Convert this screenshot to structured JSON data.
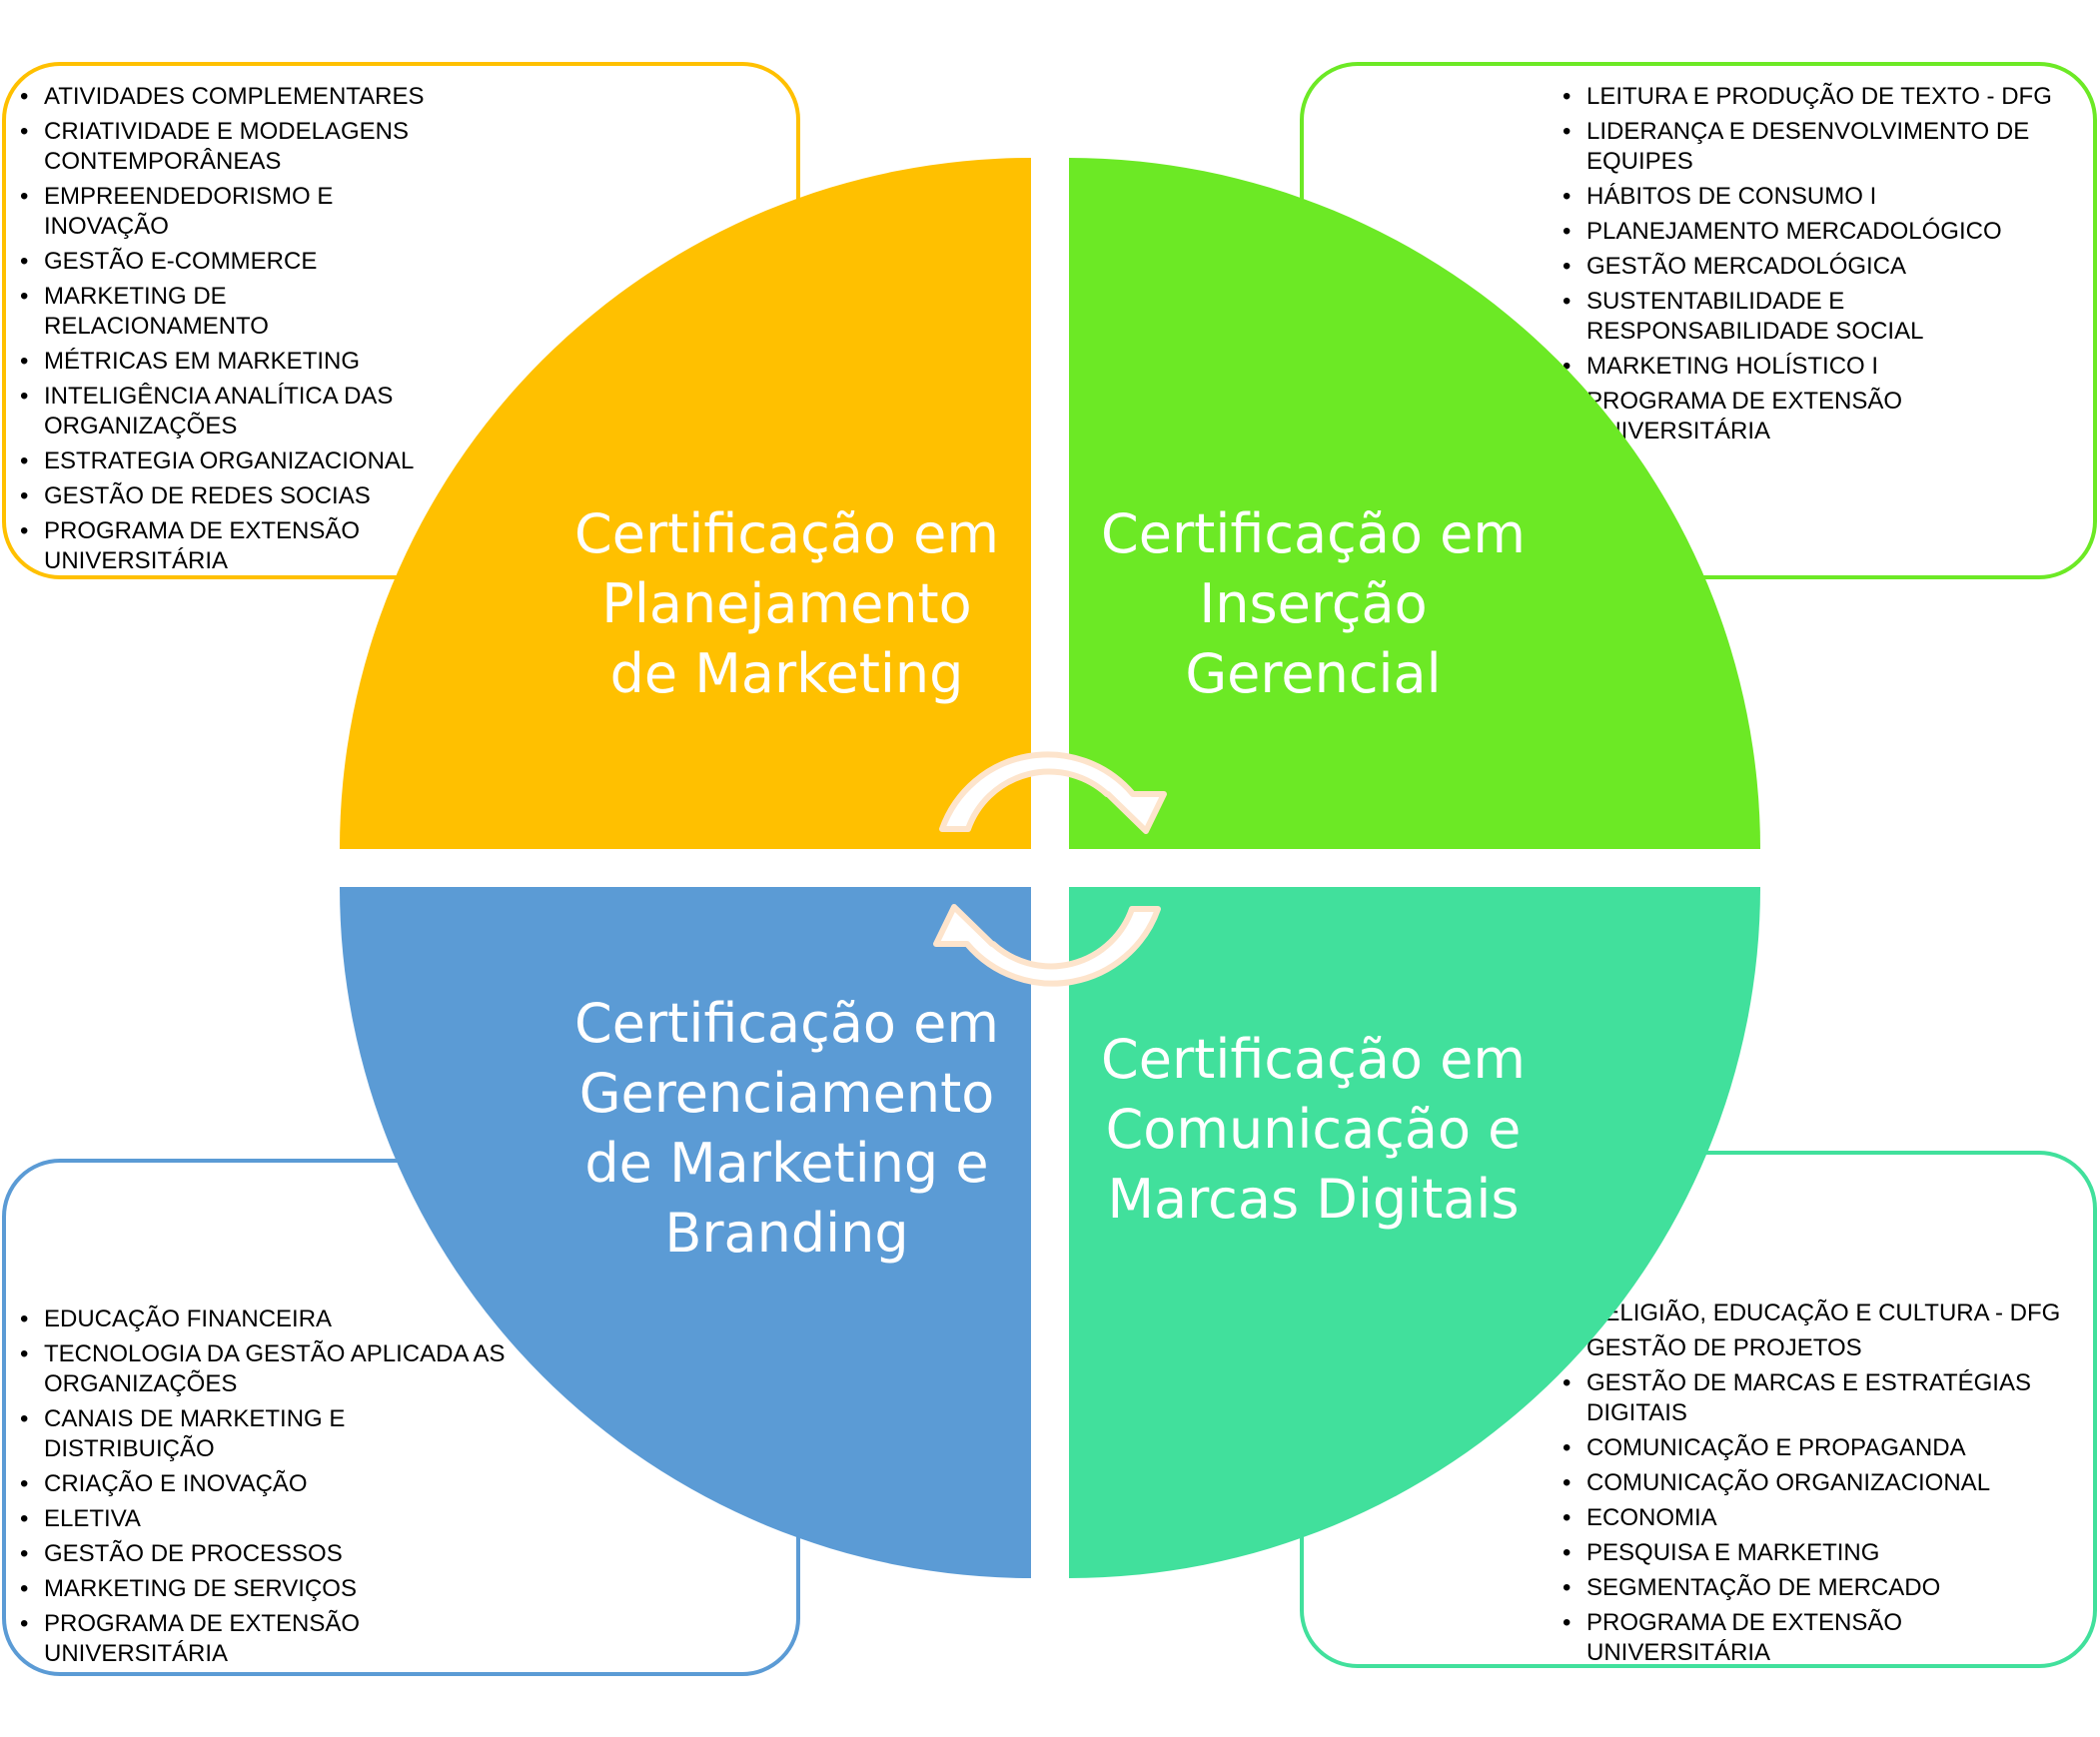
{
  "colors": {
    "planejamento": "#ffc000",
    "insercao": "#6ce925",
    "gerenciamento": "#5b9bd5",
    "comunicacao": "#41e09c",
    "arrow_fill": "#ffffff",
    "arrow_stroke": "#fde4cc"
  },
  "quadrants": [
    {
      "id": "tl",
      "title_lines": [
        "Certificação em",
        "Planejamento",
        "de Marketing"
      ],
      "courses": [
        "ATIVIDADES COMPLEMENTARES",
        "CRIATIVIDADE E MODELAGENS CONTEMPORÂNEAS",
        "EMPREENDEDORISMO E INOVAÇÃO",
        "GESTÃO E-COMMERCE",
        "MARKETING DE RELACIONAMENTO",
        "MÉTRICAS EM MARKETING",
        "INTELIGÊNCIA ANALÍTICA DAS ORGANIZAÇÕES",
        "ESTRATEGIA ORGANIZACIONAL",
        "GESTÃO DE REDES SOCIAS",
        "PROGRAMA DE EXTENSÃO UNIVERSITÁRIA"
      ]
    },
    {
      "id": "tr",
      "title_lines": [
        "Certificação em",
        "Inserção",
        "Gerencial"
      ],
      "courses": [
        "LEITURA E PRODUÇÃO DE TEXTO - DFG",
        "LIDERANÇA E DESENVOLVIMENTO DE EQUIPES",
        "HÁBITOS DE CONSUMO I",
        "PLANEJAMENTO MERCADOLÓGICO",
        "GESTÃO MERCADOLÓGICA",
        "SUSTENTABILIDADE E RESPONSABILIDADE SOCIAL",
        "MARKETING HOLÍSTICO I",
        "PROGRAMA DE EXTENSÃO UNIVERSITÁRIA"
      ]
    },
    {
      "id": "bl",
      "title_lines": [
        "Certificação em",
        "Gerenciamento",
        "de Marketing e",
        "Branding"
      ],
      "courses": [
        "EDUCAÇÃO FINANCEIRA",
        "TECNOLOGIA DA GESTÃO APLICADA AS ORGANIZAÇÕES",
        "CANAIS DE MARKETING E DISTRIBUIÇÃO",
        "CRIAÇÃO E INOVAÇÃO",
        "ELETIVA",
        "GESTÃO DE PROCESSOS",
        "MARKETING DE SERVIÇOS",
        "PROGRAMA DE EXTENSÃO UNIVERSITÁRIA"
      ]
    },
    {
      "id": "br",
      "title_lines": [
        "Certificação em",
        "Comunicação e",
        "Marcas Digitais"
      ],
      "courses": [
        "RELIGIÃO, EDUCAÇÃO E CULTURA - DFG",
        "GESTÃO DE PROJETOS",
        "GESTÃO DE MARCAS E ESTRATÉGIAS DIGITAIS",
        "COMUNICAÇÃO E PROPAGANDA",
        "COMUNICAÇÃO ORGANIZACIONAL",
        "ECONOMIA",
        "PESQUISA E MARKETING",
        "SEGMENTAÇÃO DE MERCADO",
        "PROGRAMA DE EXTENSÃO UNIVERSITÁRIA"
      ]
    }
  ]
}
